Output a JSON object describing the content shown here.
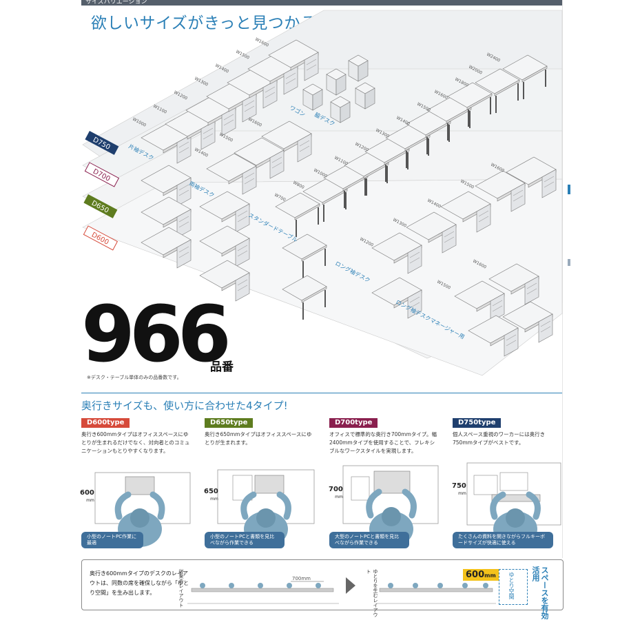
{
  "header": {
    "section_label": "サイズバリエーション",
    "headline": "欲しいサイズがきっと見つかる! 豊富なバリエーション"
  },
  "illustration": {
    "depth_tags": [
      {
        "label": "D750",
        "color": "#1f3f6e"
      },
      {
        "label": "D700",
        "color": "#8a1f4e"
      },
      {
        "label": "D650",
        "color": "#5e7c1f"
      },
      {
        "label": "D600",
        "color": "#d64a3a"
      }
    ],
    "category_labels": [
      "片袖デスク",
      "両袖デスク",
      "スタンダードテーブル",
      "ロング袖デスク",
      "ロング袖デスクマネージャー用",
      "ワゴン",
      "脇デスク"
    ],
    "width_labels": {
      "single_pedestal": [
        "W1000",
        "W1100",
        "W1200",
        "W1300",
        "W1400",
        "W1500",
        "W1600"
      ],
      "double_pedestal": [
        "W1400",
        "W1500",
        "W1600"
      ],
      "tables": [
        "W700",
        "W800",
        "W1000",
        "W1100",
        "W1200",
        "W1300",
        "W1400",
        "W1500",
        "W1600",
        "W1800",
        "W2000",
        "W2400"
      ],
      "long_pedestal": [
        "W1200",
        "W1300",
        "W1400",
        "W1500",
        "W1600"
      ],
      "manager": [
        "W1500",
        "W1600"
      ]
    }
  },
  "count": {
    "number": "966",
    "unit": "品番",
    "note": "※デスク・テーブル単体のみの品番数です。"
  },
  "types_section": {
    "heading": "奥行きサイズも、使い方に合わせた4タイプ!",
    "types": [
      {
        "badge": "D600type",
        "color": "#d64a3a",
        "desc": "奥行き600mmタイプはオフィススペースにゆとりが生まれるだけでなく、対向者とのコミュニケーションもとりやすくなります。",
        "dim": "600",
        "unit": "mm",
        "caption": "小型のノートPC作業に最適"
      },
      {
        "badge": "D650type",
        "color": "#5e7c1f",
        "desc": "奥行き650mmタイプはオフィススペースにゆとりが生まれます。",
        "dim": "650",
        "unit": "mm",
        "caption": "小型のノートPCと書類を見比べながら作業できる"
      },
      {
        "badge": "D700type",
        "color": "#8a1f4e",
        "desc": "オフィスで標準的な奥行き700mmタイプ。幅2400mmタイプを使用することで、フレキシブルなワークスタイルを実現します。",
        "dim": "700",
        "unit": "mm",
        "caption": "大型のノートPCと書類を見比べながら作業できる"
      },
      {
        "badge": "D750type",
        "color": "#1f3f6e",
        "desc": "個人スペース重視のワーカーには奥行き750mmタイプがベストです。",
        "dim": "750",
        "unit": "mm",
        "caption": "たくさんの資料を開きながらフルキーボードサイズが快適に使える"
      }
    ]
  },
  "layout_box": {
    "text": "奥行き600mmタイプのデスクのレイアウトは、同数の席を確保しながら「ゆとり空間」を生み出します。",
    "left_label": "従来のレイアウト",
    "left_dim": "700mm",
    "right_label": "ゆとりを生むレイアウト",
    "right_dim": "600",
    "right_unit": "mm",
    "yutori": "ゆとり空間",
    "space": "スペースを有効活用"
  },
  "colors": {
    "accent": "#2a7fb6",
    "floor": "#e9ecef"
  }
}
